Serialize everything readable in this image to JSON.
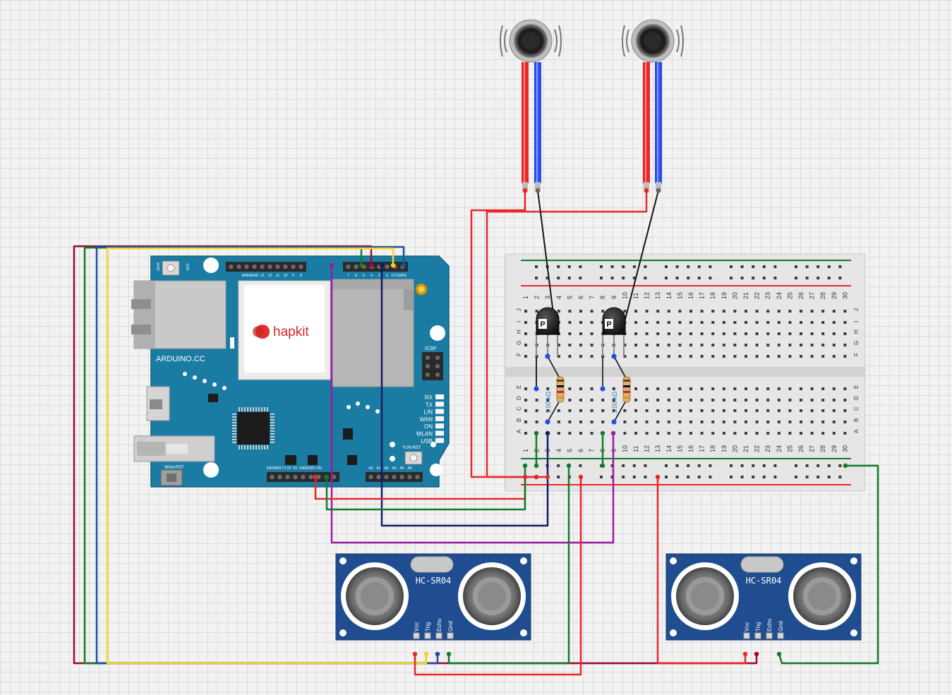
{
  "arduino": {
    "brand": "hapkit",
    "site": "ARDUINO.CC",
    "icsp": "ICSP",
    "wan_rst": "WAN-RST",
    "yun_rst": "YUN-RST",
    "leds": [
      "RX",
      "TX",
      "LIN",
      "WAN",
      "ON",
      "WLAN",
      "USB"
    ],
    "top_header": [
      "AREF",
      "GND",
      "13",
      "12",
      "11",
      "10",
      "9",
      "8"
    ],
    "digital_header": [
      "7",
      "6",
      "5",
      "4",
      "3",
      "2",
      "1/TX",
      "0/RX"
    ],
    "power_header": [
      "IOREF",
      "RST",
      "3.3V",
      "5V",
      "GND",
      "GND",
      "VIN"
    ],
    "analog_header": [
      "A0",
      "A1",
      "A2",
      "A3",
      "A4",
      "A5"
    ],
    "rst_label": "RST",
    "rst2_label": "32U4"
  },
  "breadboard": {
    "columns": [
      "1",
      "2",
      "3",
      "4",
      "5",
      "6",
      "7",
      "8",
      "9",
      "10",
      "11",
      "12",
      "13",
      "14",
      "15",
      "16",
      "17",
      "18",
      "19",
      "20",
      "21",
      "22",
      "23",
      "24",
      "25",
      "26",
      "27",
      "28",
      "29",
      "30"
    ],
    "rows_top": [
      "J",
      "I",
      "H",
      "G",
      "F"
    ],
    "rows_bottom": [
      "E",
      "D",
      "C",
      "B",
      "A"
    ]
  },
  "resistors": [
    {
      "label": "1.00 kΩ"
    },
    {
      "label": "1.00 kΩ"
    }
  ],
  "transistors": [
    {
      "mark": "P"
    },
    {
      "mark": "P"
    }
  ],
  "sensors": [
    {
      "model": "HC-SR04",
      "pins": [
        "Vcc",
        "Trig",
        "Echo",
        "Gnd"
      ]
    },
    {
      "model": "HC-SR04",
      "pins": [
        "Vcc",
        "Trig",
        "Echo",
        "Gnd"
      ]
    }
  ],
  "colors": {
    "board": "#1b7ca3",
    "breadboard": "#e6e6e6",
    "sensor": "#1f4d8f",
    "wire_red": "#e8262b",
    "wire_green": "#137a2a",
    "wire_maroon": "#9b0a3b",
    "wire_blue": "#1a4f9c",
    "wire_yellow": "#f4d51e",
    "wire_navy": "#101a6a",
    "wire_purple": "#9e1a9e",
    "wire_black": "#151515"
  }
}
